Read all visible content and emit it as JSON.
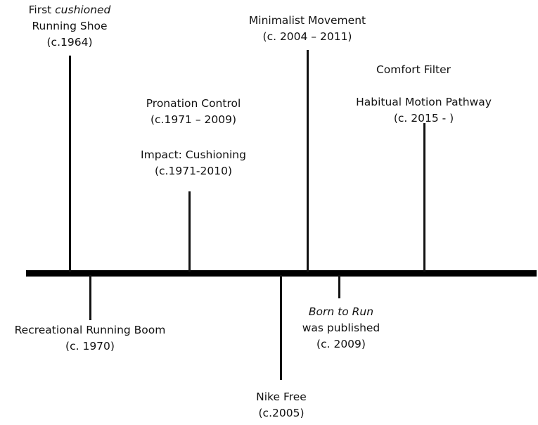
{
  "above": {
    "cushioned_shoe": {
      "line1_pre": "First ",
      "line1_em": "cushioned",
      "line2": "Running Shoe",
      "date": "(c.1964)"
    },
    "pronation": {
      "title": "Pronation Control",
      "date": "(c.1971 – 2009)"
    },
    "impact": {
      "title": "Impact: Cushioning",
      "date": "(c.1971-2010)"
    },
    "minimalist": {
      "title": "Minimalist Movement",
      "date": "(c. 2004 – 2011)"
    },
    "comfort": {
      "title": "Comfort Filter"
    },
    "habitual": {
      "title": "Habitual Motion Pathway",
      "date": "(c. 2015 - )"
    }
  },
  "below": {
    "running_boom": {
      "title": "Recreational Running Boom",
      "date": "(c. 1970)"
    },
    "nike_free": {
      "title": "Nike Free",
      "date": "(c.2005)"
    },
    "born_to_run": {
      "title_em": "Born to Run",
      "line2": "was published",
      "date": "(c. 2009)"
    }
  },
  "colors": {
    "line": "#000000",
    "text": "#111111",
    "background": "#ffffff"
  }
}
